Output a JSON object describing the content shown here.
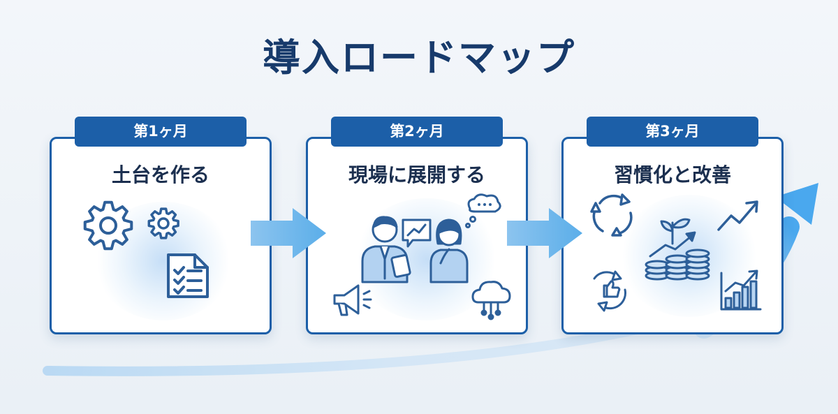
{
  "page": {
    "title": "導入ロードマップ"
  },
  "phases": [
    {
      "tab": "第1ヶ月",
      "heading": "土台を作る",
      "icons": [
        "gear-icon",
        "document-checklist-icon"
      ]
    },
    {
      "tab": "第2ヶ月",
      "heading": "現場に展開する",
      "icons": [
        "team-icon",
        "chat-bubble-icon",
        "megaphone-icon",
        "cloud-network-icon"
      ]
    },
    {
      "tab": "第3ヶ月",
      "heading": "習慣化と改善",
      "icons": [
        "cycle-icon",
        "growth-coins-icon",
        "trend-arrow-icon",
        "thumbs-up-icon",
        "bar-chart-icon"
      ]
    }
  ],
  "colors": {
    "navy": "#173a6b",
    "brand_blue": "#1c5fa8",
    "light_blue": "#8cc4ef",
    "background": "#f0f4f9"
  }
}
